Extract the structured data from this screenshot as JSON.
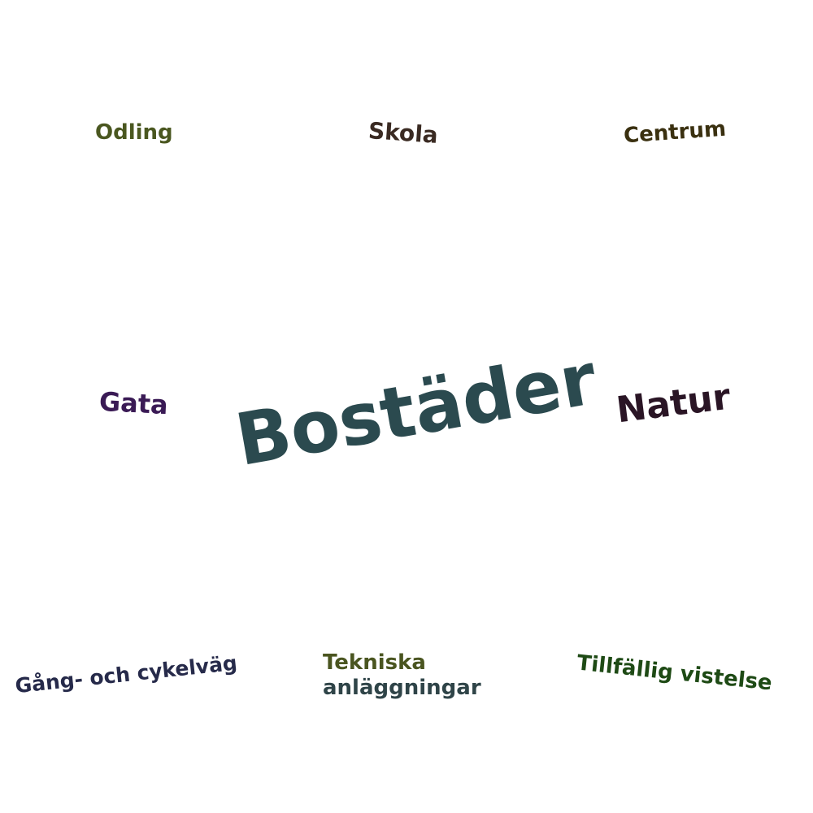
{
  "words": {
    "odling": {
      "text": "Odling",
      "color": "#4a5720"
    },
    "skola": {
      "text": "Skola",
      "color": "#3a2a22"
    },
    "centrum": {
      "text": "Centrum",
      "color": "#3a3010"
    },
    "gata": {
      "text": "Gata",
      "color": "#3a1a55"
    },
    "bostader": {
      "text": "Bostäder",
      "color": "#2b4a4f"
    },
    "natur": {
      "text": "Natur",
      "color": "#2a1525"
    },
    "gang": {
      "text": "Gång- och cykelväg",
      "color": "#262a4a"
    },
    "tekniska": {
      "text": "Tekniska",
      "color": "#4a5520"
    },
    "anlaggningar": {
      "text": "anläggningar",
      "color": "#2f4448"
    },
    "tillfallig": {
      "text": "Tillfällig vistelse",
      "color": "#1e4a15"
    }
  }
}
